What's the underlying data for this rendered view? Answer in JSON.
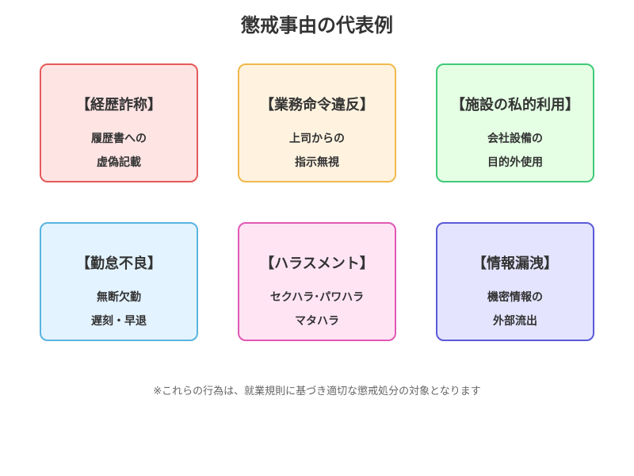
{
  "title": "懲戒事由の代表例",
  "cards": [
    {
      "title": "【経歴詐称】",
      "lines": [
        "履歴書への",
        "虚偽記載"
      ],
      "bg": "#ffe4e4",
      "border": "#e55a5a"
    },
    {
      "title": "【業務命令違反】",
      "lines": [
        "上司からの",
        "指示無視"
      ],
      "bg": "#fff3e0",
      "border": "#f2b84b"
    },
    {
      "title": "【施設の私的利用】",
      "lines": [
        "会社設備の",
        "目的外使用"
      ],
      "bg": "#e4ffe4",
      "border": "#3fca78"
    },
    {
      "title": "【勤怠不良】",
      "lines": [
        "無断欠勤",
        "遅刻・早退"
      ],
      "bg": "#e3f3ff",
      "border": "#58b4e0"
    },
    {
      "title": "【ハラスメント】",
      "lines": [
        "セクハラ･パワハラ",
        "マタハラ"
      ],
      "bg": "#ffe4f4",
      "border": "#e058b4"
    },
    {
      "title": "【情報漏洩】",
      "lines": [
        "機密情報の",
        "外部流出"
      ],
      "bg": "#e4e4ff",
      "border": "#5a5ad8"
    }
  ],
  "note": "※これらの行為は、就業規則に基づき適切な懲戒処分の対象となります"
}
